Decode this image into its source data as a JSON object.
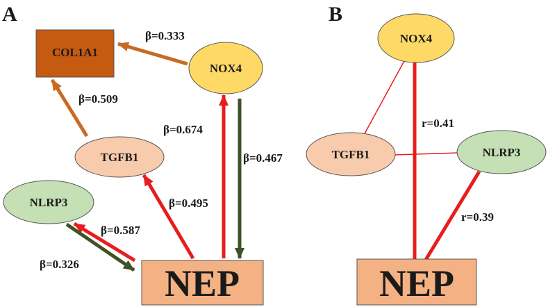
{
  "panels": [
    {
      "id": "A",
      "label": "A"
    },
    {
      "id": "B",
      "label": "B"
    }
  ],
  "colors": {
    "red": "#e81d1d",
    "green": "#3e5226",
    "brown": "#c96a24",
    "col1a1_fill": "#c55a11",
    "nox4_fill": "#ffd966",
    "tgfb1_fill": "#f8cbad",
    "nlrp3_fill": "#c5e0b4",
    "nep_fill": "#f4b183"
  },
  "panel_a": {
    "nodes": {
      "col1a1": "COL1A1",
      "nox4": "NOX4",
      "tgfb1": "TGFB1",
      "nlrp3": "NLRP3",
      "nep": "NEP"
    },
    "edges": [
      {
        "from": "NOX4",
        "to": "COL1A1",
        "label": "β=0.333",
        "color": "brown"
      },
      {
        "from": "TGFB1",
        "to": "COL1A1",
        "label": "β=0.509",
        "color": "brown"
      },
      {
        "from": "NEP",
        "to": "NOX4",
        "label": "β=0.674",
        "color": "red"
      },
      {
        "from": "NOX4",
        "to": "NEP",
        "label": "β=0.467",
        "color": "green"
      },
      {
        "from": "NEP",
        "to": "TGFB1",
        "label": "β=0.495",
        "color": "red"
      },
      {
        "from": "NEP",
        "to": "NLRP3",
        "label": "β=0.587",
        "color": "red"
      },
      {
        "from": "NLRP3",
        "to": "NEP",
        "label": "β=0.326",
        "color": "green"
      }
    ]
  },
  "panel_b": {
    "nodes": {
      "nox4": "NOX4",
      "tgfb1": "TGFB1",
      "nlrp3": "NLRP3",
      "nep": "NEP"
    },
    "edges": [
      {
        "from": "NOX4",
        "to": "NEP",
        "label": "r=0.41",
        "weight": "strong"
      },
      {
        "from": "NLRP3",
        "to": "NEP",
        "label": "r=0.39",
        "weight": "strong"
      },
      {
        "from": "NOX4",
        "to": "TGFB1",
        "label": "",
        "weight": "weak"
      },
      {
        "from": "TGFB1",
        "to": "NLRP3",
        "label": "",
        "weight": "weak"
      }
    ]
  }
}
